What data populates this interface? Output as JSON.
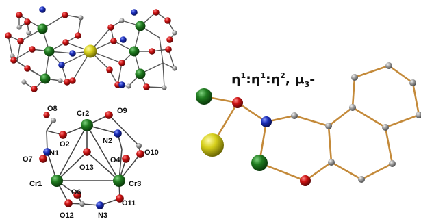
{
  "colors": {
    "cr": "#1f7a1f",
    "o": "#cc1111",
    "n": "#1a2db8",
    "c": "#8f8f8f",
    "m": "#d6cf1b",
    "bond_dark": "#444444",
    "bond_gold": "#c48a3a",
    "background": "#ffffff"
  },
  "cluster_labels": {
    "cr1": "Cr1",
    "cr2": "Cr2",
    "cr3": "Cr3",
    "o2": "O2",
    "o4": "O4",
    "o6": "O6",
    "o7": "O7",
    "o8": "O8",
    "o9": "O9",
    "o10": "O10",
    "o11": "O11",
    "o12": "O12",
    "o13": "O13",
    "n1": "N1",
    "n2": "N2",
    "n3": "N3"
  },
  "coordination_mode": {
    "eta": "η",
    "mu": "μ",
    "sup1": "1",
    "sup2": "1",
    "sup3": "2",
    "sub": "3",
    "sep1": ":",
    "sep2": ":",
    "sep3": ", ",
    "tail": "-"
  }
}
